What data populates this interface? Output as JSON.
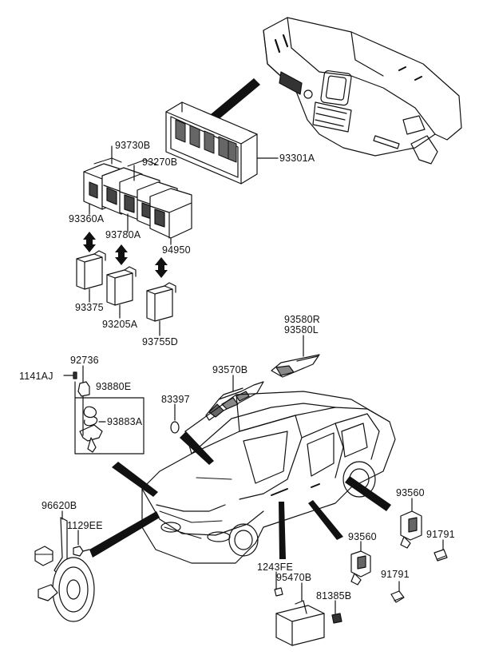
{
  "labels": {
    "p93301A": "93301A",
    "p93730B": "93730B",
    "p93270B": "93270B",
    "p93360A": "93360A",
    "p93780A": "93780A",
    "p94950": "94950",
    "p93375": "93375",
    "p93205A": "93205A",
    "p93755D": "93755D",
    "p93580R": "93580R",
    "p93580L": "93580L",
    "p93570B": "93570B",
    "p83397": "83397",
    "p92736": "92736",
    "p1141AJ": "1141AJ",
    "p93880E": "93880E",
    "p93883A": "93883A",
    "p96620B": "96620B",
    "p1129EE": "1129EE",
    "p93560a": "93560",
    "p91791a": "91791",
    "p93560b": "93560",
    "p91791b": "91791",
    "p1243FE": "1243FE",
    "p95470B": "95470B",
    "p81385B": "81385B"
  },
  "colors": {
    "line": "#111111",
    "fill": "#ffffff",
    "shade": "#555555",
    "dark": "#222222"
  }
}
